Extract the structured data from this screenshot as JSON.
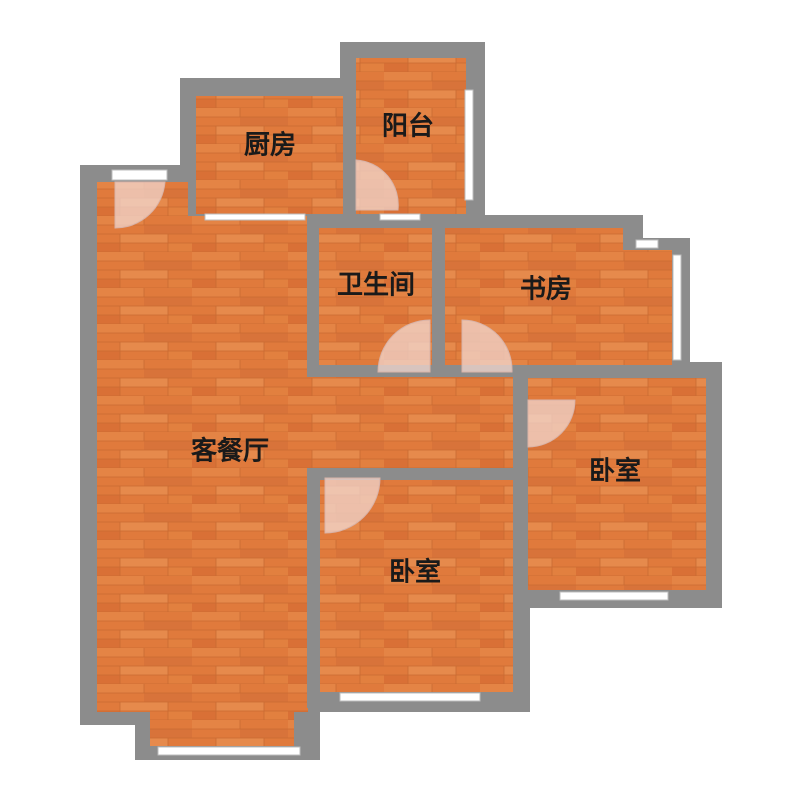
{
  "floorplan": {
    "colors": {
      "wall": "#8c8c8c",
      "floor": "#e07a3c",
      "window": "#ffffff",
      "door_arc": "#f2d7cf"
    },
    "rooms": [
      {
        "id": "kitchen",
        "label": "厨房"
      },
      {
        "id": "balcony",
        "label": "阳台"
      },
      {
        "id": "bathroom",
        "label": "卫生间"
      },
      {
        "id": "study",
        "label": "书房"
      },
      {
        "id": "living-dining",
        "label": "客餐厅"
      },
      {
        "id": "bedroom-right",
        "label": "卧室"
      },
      {
        "id": "bedroom-center",
        "label": "卧室"
      }
    ]
  }
}
